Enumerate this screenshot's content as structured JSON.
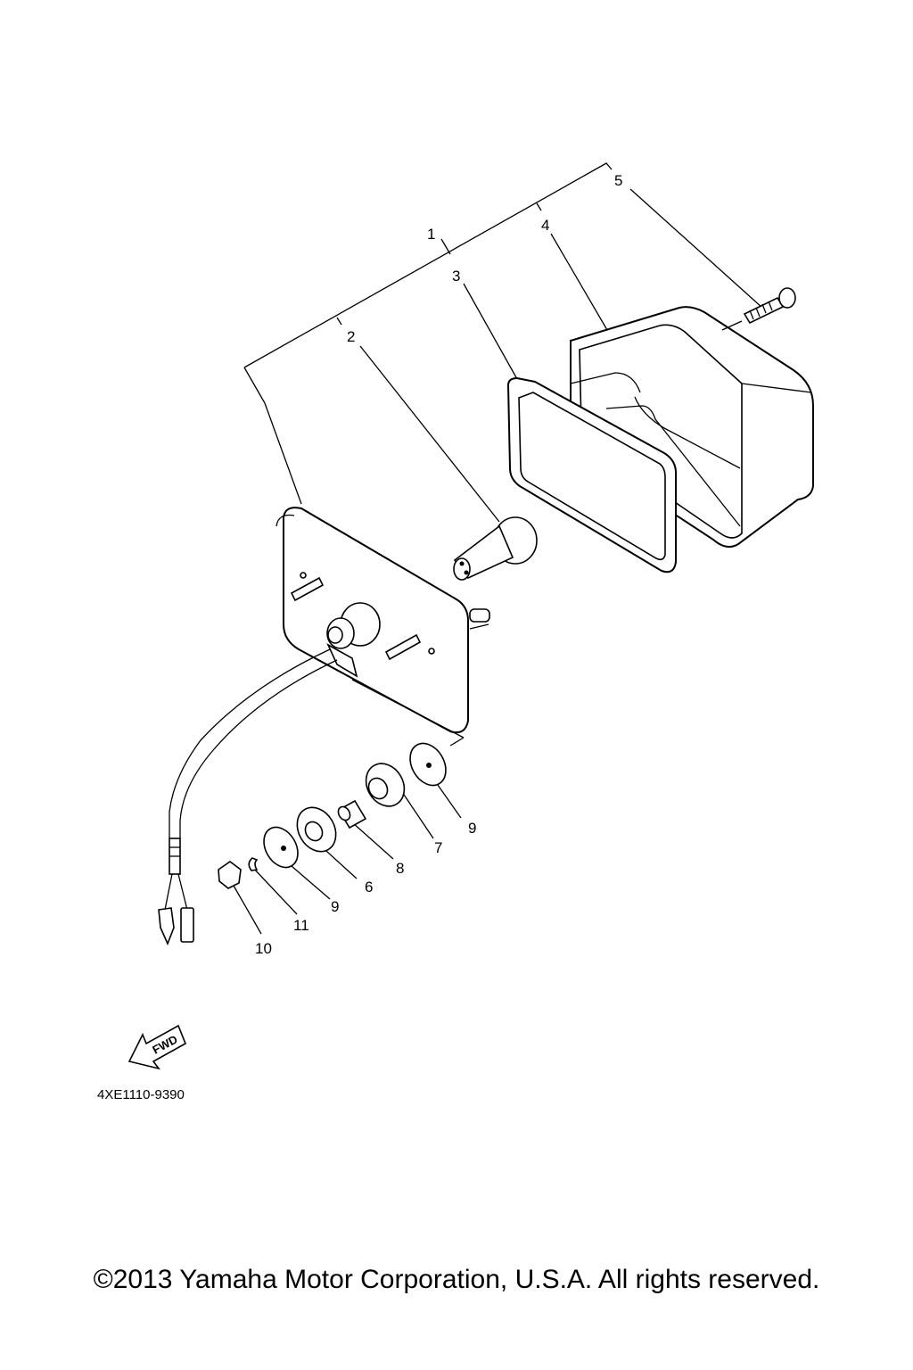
{
  "diagram": {
    "callouts": [
      {
        "id": "1",
        "label": "1"
      },
      {
        "id": "2",
        "label": "2"
      },
      {
        "id": "3",
        "label": "3"
      },
      {
        "id": "4",
        "label": "4"
      },
      {
        "id": "5",
        "label": "5"
      },
      {
        "id": "6",
        "label": "6"
      },
      {
        "id": "7",
        "label": "7"
      },
      {
        "id": "8",
        "label": "8"
      },
      {
        "id": "9a",
        "label": "9"
      },
      {
        "id": "9b",
        "label": "9"
      },
      {
        "id": "10",
        "label": "10"
      },
      {
        "id": "11",
        "label": "11"
      }
    ],
    "fwd_label": "FWD",
    "reference_code": "4XE1110-9390"
  },
  "footer": {
    "copyright": "©2013 Yamaha Motor Corporation, U.S.A. All rights reserved."
  }
}
